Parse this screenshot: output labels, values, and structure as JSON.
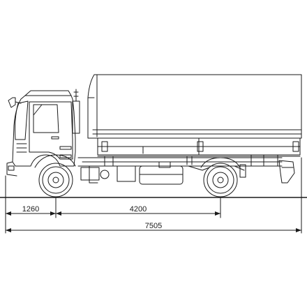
{
  "drawing": {
    "stroke_color": "#1a1a1a",
    "background": "#ffffff",
    "dimensions": {
      "front_overhang": "1260",
      "wheelbase": "4200",
      "overall_length": "7505"
    }
  }
}
